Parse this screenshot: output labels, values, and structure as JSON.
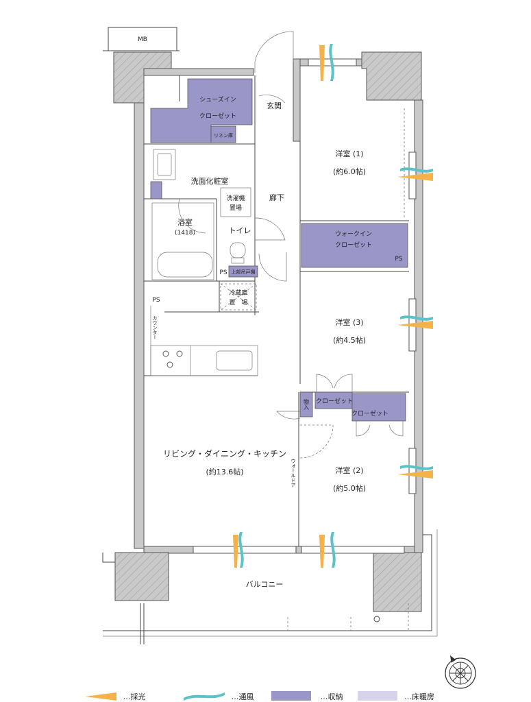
{
  "rooms": {
    "mb": "MB",
    "shoe_closet_1": "シューズイン",
    "shoe_closet_2": "クローゼット",
    "entrance": "玄関",
    "linen": "リネン庫",
    "washroom": "洗面化粧室",
    "washer_1": "洗濯機",
    "washer_2": "置場",
    "bath": "浴室",
    "bath_size": "(1418)",
    "corridor": "廊下",
    "toilet": "トイレ",
    "upper_shelf": "上部吊戸棚",
    "ps_toilet": "PS",
    "fridge_1": "冷蔵庫",
    "fridge_2": "置　場",
    "ps_kitchen": "PS",
    "counter": "カウンター",
    "walkin_1": "ウォークイン",
    "walkin_2": "クローゼット",
    "ps_walkin": "PS",
    "room1_name": "洋室 (1)",
    "room1_size": "(約6.0帖)",
    "room3_name": "洋室 (3)",
    "room3_size": "(約4.5帖)",
    "storage": "物入",
    "closet_room3": "クローゼット",
    "closet_room2": "クローゼット",
    "ldk_name": "リビング・ダイニング・キッチン",
    "ldk_size": "(約13.6帖)",
    "wall_door": "ウォールドア",
    "room2_name": "洋室 (2)",
    "room2_size": "(約5.0帖)",
    "balcony": "バルコニー"
  },
  "legend": [
    {
      "icon": "light-arrow-icon",
      "label": "…採光"
    },
    {
      "icon": "wind-wave-icon",
      "label": "…通風"
    },
    {
      "icon": "storage-swatch-icon",
      "label": "…収納"
    },
    {
      "icon": "floor-heating-swatch-icon",
      "label": "…床暖房"
    }
  ],
  "colors": {
    "storage": "#9b96c8",
    "floor_heating": "#d6d3ea",
    "light": "#f4b24a",
    "ventilation": "#5bc2c6"
  }
}
